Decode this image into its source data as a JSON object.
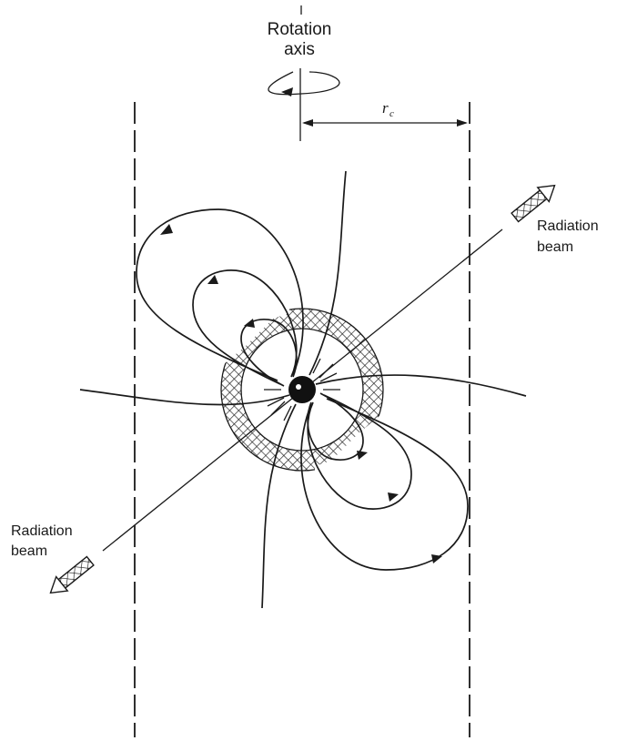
{
  "labels": {
    "rotation_axis_line1": "Rotation",
    "rotation_axis_line2": "axis",
    "radius_symbol": "r",
    "radius_subscript": "c",
    "radiation_beam_upper_line1": "Radiation",
    "radiation_beam_upper_line2": "beam",
    "radiation_beam_lower_line1": "Radiation",
    "radiation_beam_lower_line2": "beam"
  }
}
